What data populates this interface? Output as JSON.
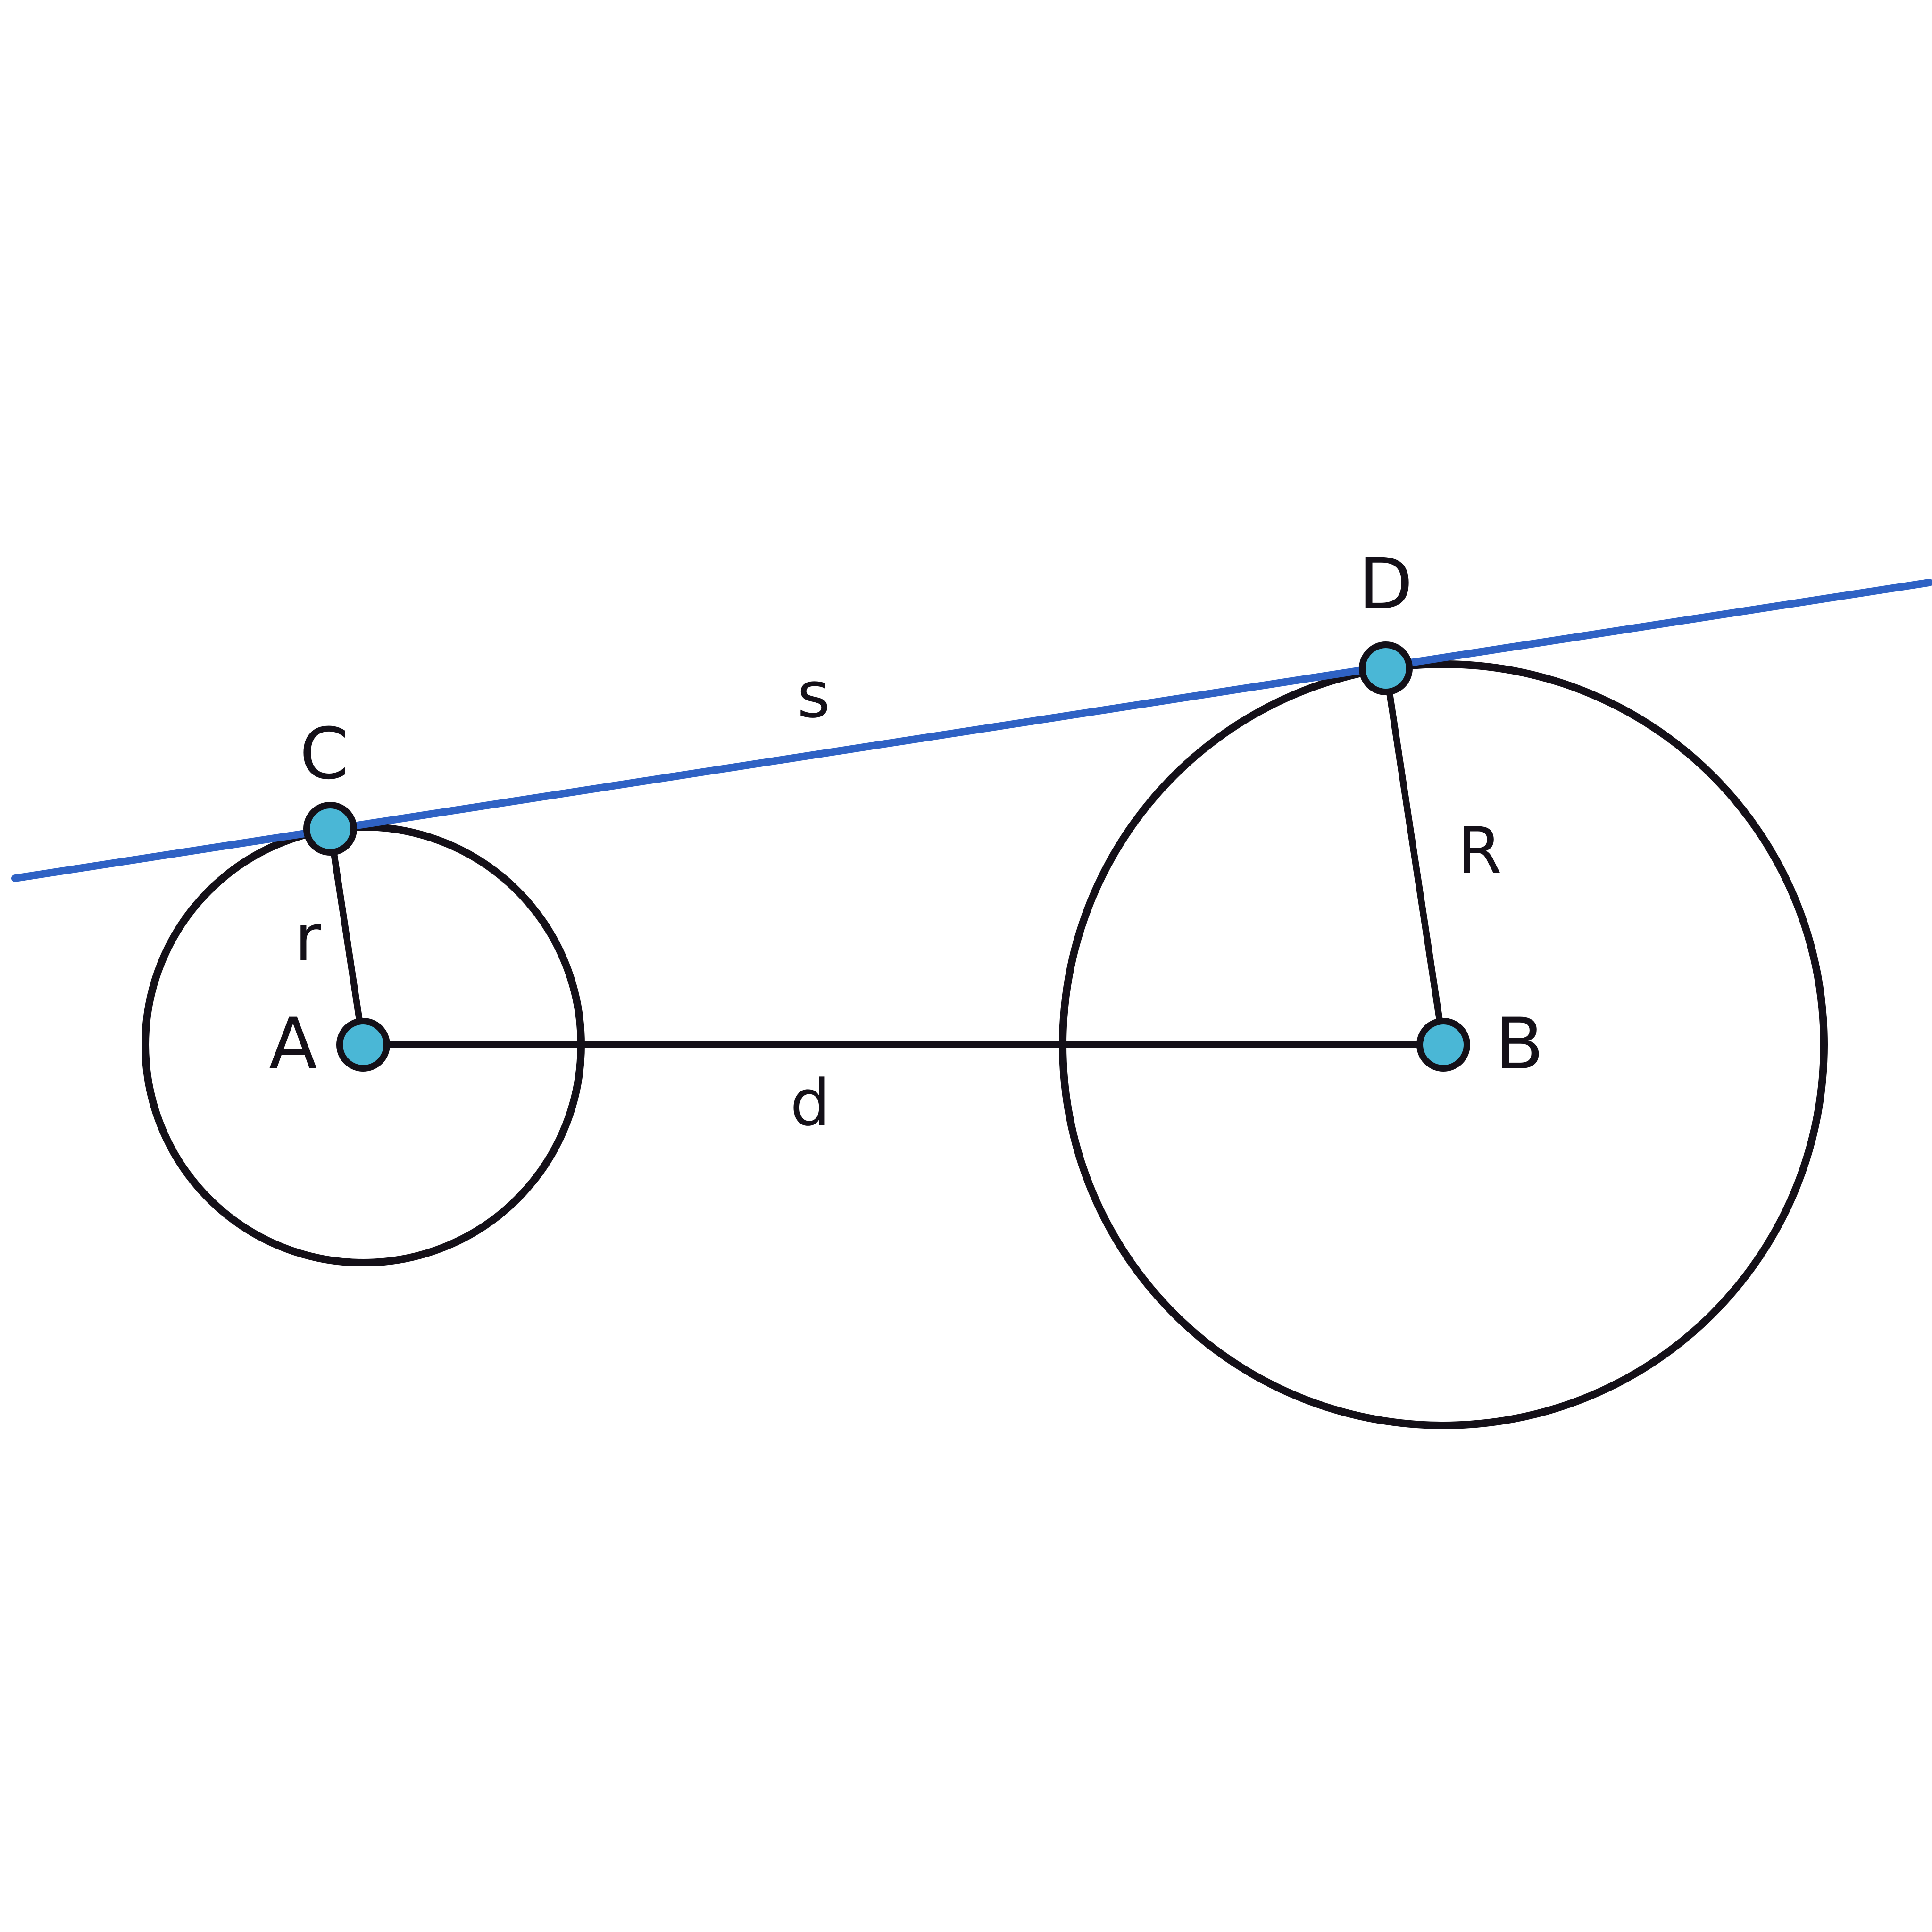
{
  "diagram": {
    "points": {
      "A": "A",
      "B": "B",
      "C": "C",
      "D": "D"
    },
    "segments": {
      "small_radius": "r",
      "large_radius": "R",
      "center_distance": "d",
      "tangent_length": "s"
    },
    "colors": {
      "stroke": "#141018",
      "tangent_line": "#2f62c4",
      "point_fill": "#4ab7d6",
      "background": "#ffffff"
    }
  }
}
